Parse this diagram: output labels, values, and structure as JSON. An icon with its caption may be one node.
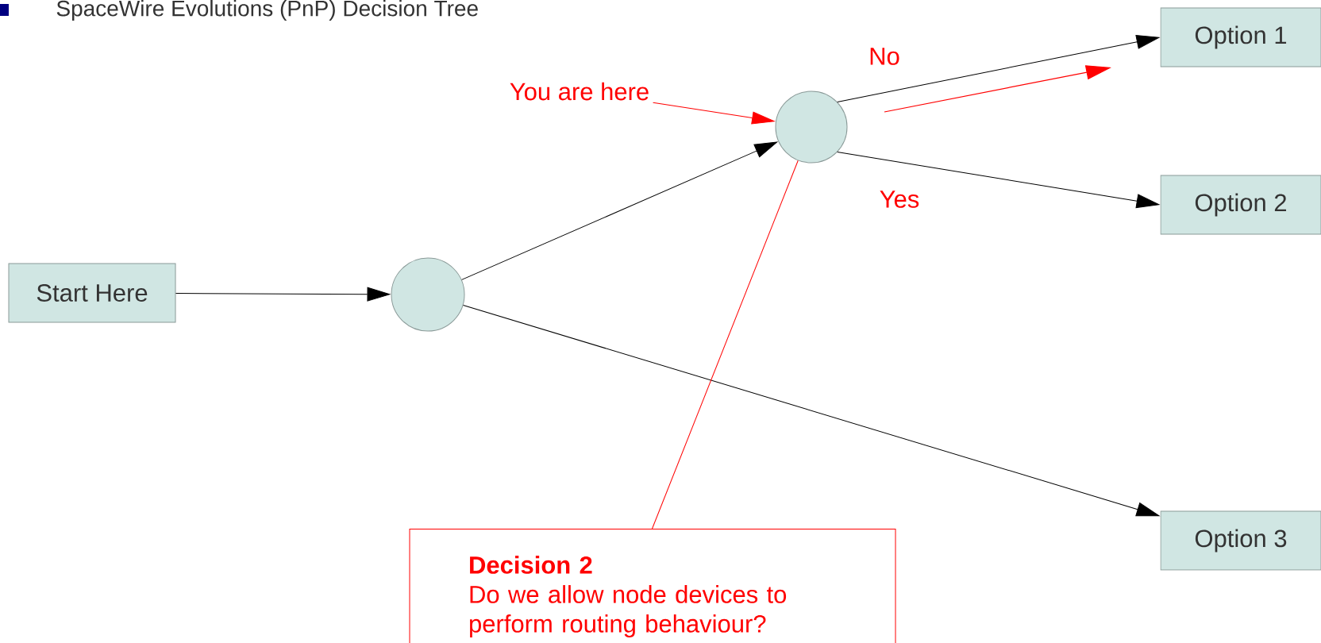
{
  "diagram": {
    "title": "SpaceWire Evolutions (PnP) Decision Tree",
    "nodes": [
      {
        "text": [
          "Start Here"
        ]
      },
      {
        "text": [],
        "shape": "circle"
      },
      {
        "text": [],
        "shape": "circle"
      },
      {
        "text": [
          "Option 1"
        ]
      },
      {
        "text": [
          "Option 2"
        ]
      },
      {
        "text": [
          "Option 3"
        ]
      },
      {
        "text": [
          "You are here"
        ]
      },
      {
        "text": [
          "Decision 2",
          "Do we allow node devices to perform routing behaviour?"
        ]
      }
    ],
    "edges": [
      {
        "from": 0,
        "to": 1,
        "arrow": "to"
      },
      {
        "from": 1,
        "to": 2,
        "arrow": "to"
      },
      {
        "from": 1,
        "to": 5,
        "arrow": "to"
      },
      {
        "from": 2,
        "to": 3,
        "arrow": "to",
        "label": "No"
      },
      {
        "from": 2,
        "to": 4,
        "arrow": "to",
        "label": "Yes"
      },
      {
        "from": 6,
        "to": 2,
        "arrow": "to",
        "color": "#ff0000"
      },
      {
        "from": 7,
        "to": 2,
        "arrow": "none",
        "color": "#ff0000"
      }
    ]
  }
}
